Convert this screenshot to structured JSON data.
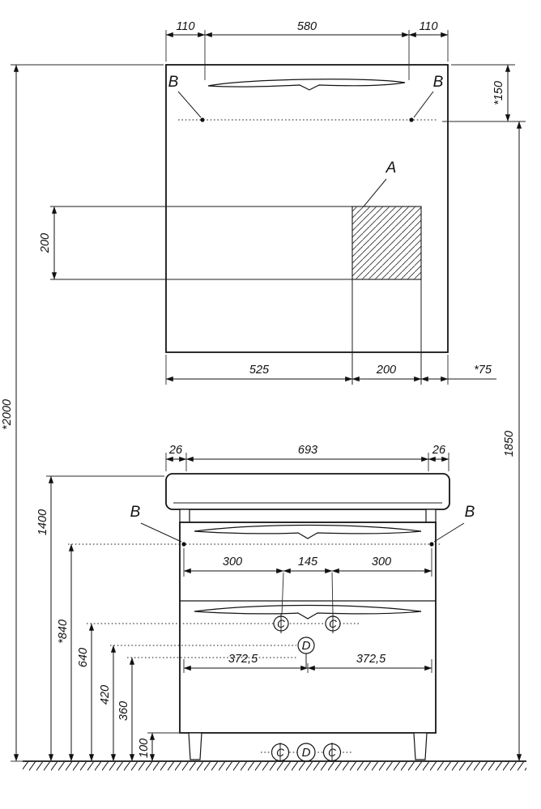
{
  "mirror_view": {
    "marker_a": "A",
    "marker_b": "B",
    "dim_top_left": "110",
    "dim_top_center": "580",
    "dim_top_right": "110",
    "dim_lamp_height": "*150",
    "dim_band_height": "200",
    "dim_bottom_left": "525",
    "dim_bottom_center": "200",
    "dim_bottom_right": "*75"
  },
  "vanity_view": {
    "marker_b": "B",
    "marker_c": "C",
    "marker_d": "D",
    "dim_top_left": "26",
    "dim_top_center": "693",
    "dim_top_right": "26",
    "dim_conn_left": "300",
    "dim_conn_center": "145",
    "dim_conn_right": "300",
    "dim_half_left": "372,5",
    "dim_half_right": "372,5"
  },
  "heights": {
    "overall": "*2000",
    "lamp_to_floor": "1850",
    "basin_top": "1400",
    "drawer_top": "*840",
    "supply_axis": "640",
    "drain_axis": "420",
    "outlet": "360",
    "plinth": "100"
  }
}
